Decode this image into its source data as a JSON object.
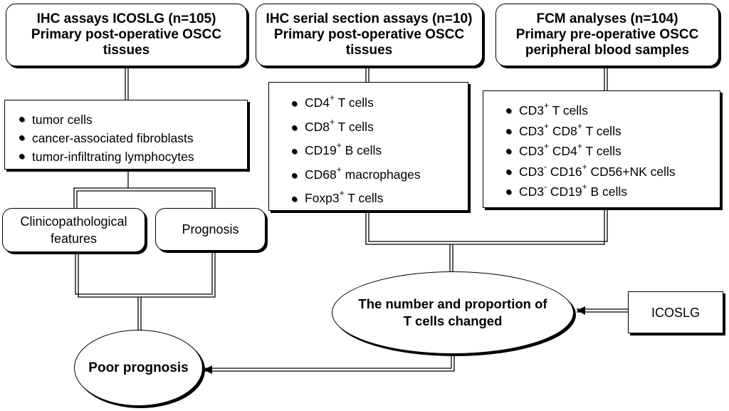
{
  "headers": [
    {
      "line1": "IHC assays ICOSLG (n=105)",
      "line2": "Primary post-operative OSCC",
      "line3": "tissues"
    },
    {
      "line1": "IHC serial section assays (n=10)",
      "line2": "Primary post-operative OSCC",
      "line3": "tissues"
    },
    {
      "line1": "FCM analyses (n=104)",
      "line2": "Primary pre-operative OSCC",
      "line3": "peripheral blood samples"
    }
  ],
  "list_left": [
    "tumor cells",
    "cancer-associated fibroblasts",
    "tumor-infiltrating lymphocytes"
  ],
  "list_middle": [
    {
      "pre": "CD4",
      "sup": "+",
      "post": " T cells"
    },
    {
      "pre": "CD8",
      "sup": "+",
      "post": " T cells"
    },
    {
      "pre": "CD19",
      "sup": "+",
      "post": " B cells"
    },
    {
      "pre": "CD68",
      "sup": "+",
      "post": " macrophages"
    },
    {
      "pre": "Foxp3",
      "sup": "+",
      "post": " T cells"
    }
  ],
  "list_right": [
    {
      "parts": [
        {
          "t": "CD3"
        },
        {
          "s": "+"
        },
        {
          "t": " T cells"
        }
      ]
    },
    {
      "parts": [
        {
          "t": "CD3"
        },
        {
          "s": "+"
        },
        {
          "t": " CD8"
        },
        {
          "s": "+"
        },
        {
          "t": " T cells"
        }
      ]
    },
    {
      "parts": [
        {
          "t": "CD3"
        },
        {
          "s": "+"
        },
        {
          "t": " CD4"
        },
        {
          "s": "+"
        },
        {
          "t": " T cells"
        }
      ]
    },
    {
      "parts": [
        {
          "t": "CD3"
        },
        {
          "s": "-"
        },
        {
          "t": " CD16"
        },
        {
          "s": "+"
        },
        {
          "t": " CD56+NK cells"
        }
      ]
    },
    {
      "parts": [
        {
          "t": "CD3"
        },
        {
          "s": "-"
        },
        {
          "t": " CD19"
        },
        {
          "s": "+"
        },
        {
          "t": " B cells"
        }
      ]
    }
  ],
  "clinicopathological": {
    "line1": "Clinicopathological",
    "line2": "features"
  },
  "prognosis": "Prognosis",
  "t_cells_changed": {
    "line1": "The number and proportion of",
    "line2": "T cells changed"
  },
  "icoslg": "ICOSLG",
  "poor_prognosis": "Poor prognosis"
}
